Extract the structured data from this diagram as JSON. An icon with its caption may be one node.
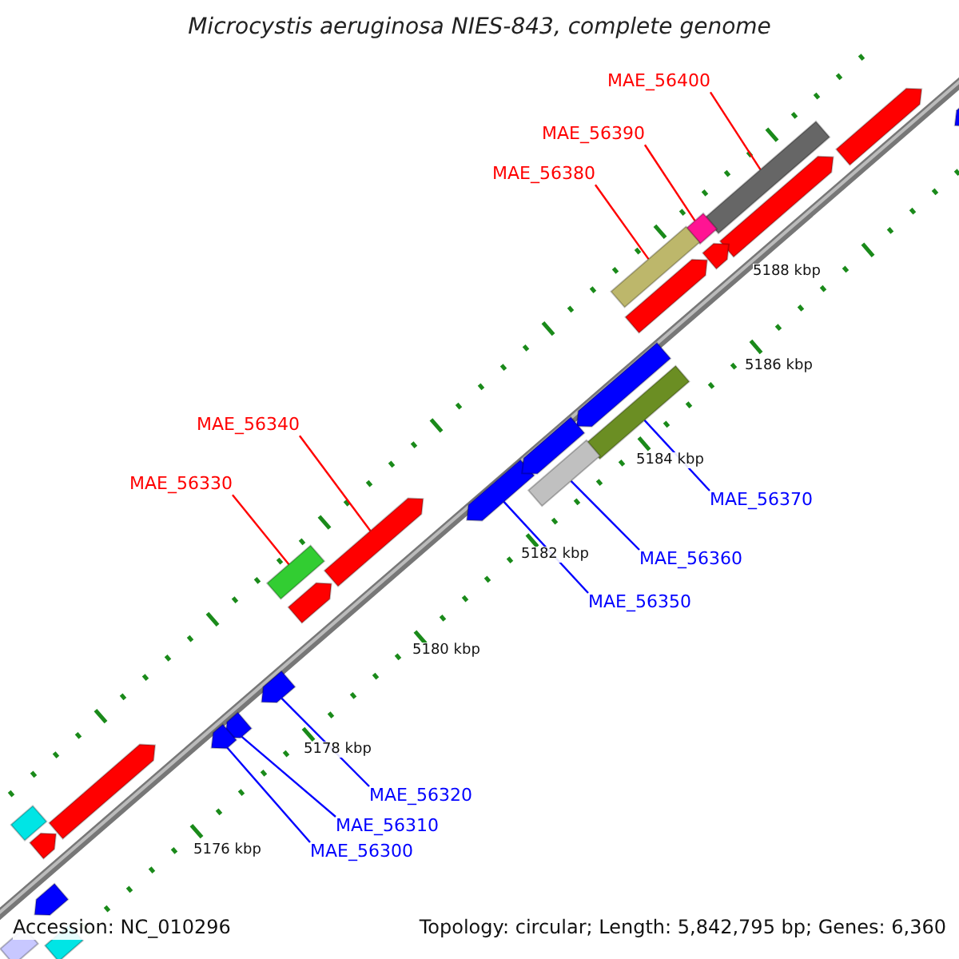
{
  "diagram": {
    "title": "Microcystis aeruginosa NIES-843, complete genome",
    "nodes": [
      {
        "text": [
          "MAE_56400"
        ]
      },
      {
        "text": [
          "MAE_56390"
        ]
      },
      {
        "text": [
          "MAE_56380"
        ]
      },
      {
        "text": [
          "MAE_56340"
        ]
      },
      {
        "text": [
          "MAE_56330"
        ]
      },
      {
        "text": [
          "MAE_56370"
        ]
      },
      {
        "text": [
          "MAE_56360"
        ]
      },
      {
        "text": [
          "MAE_56350"
        ]
      },
      {
        "text": [
          "MAE_56320"
        ]
      },
      {
        "text": [
          "MAE_56310"
        ]
      },
      {
        "text": [
          "MAE_56300"
        ]
      },
      {
        "text": [],
        "shape": "bar"
      },
      {
        "text": [],
        "shape": "bar"
      },
      {
        "text": [],
        "shape": "bar"
      },
      {
        "text": [],
        "shape": "arrow"
      },
      {
        "text": [],
        "shape": "bar"
      },
      {
        "text": [],
        "shape": "bar"
      },
      {
        "text": [],
        "shape": "bar"
      },
      {
        "text": [],
        "shape": "arrow"
      },
      {
        "text": [],
        "shape": "arrow"
      },
      {
        "text": [],
        "shape": "arrow"
      },
      {
        "text": [],
        "shape": "arrow"
      },
      {
        "text": [],
        "shape": "arrow"
      },
      {
        "text": [],
        "shape": "arrow"
      },
      {
        "text": [],
        "shape": "arrow"
      },
      {
        "text": [],
        "shape": "arrow"
      },
      {
        "text": [],
        "shape": "arrow"
      },
      {
        "text": [],
        "shape": "arrow"
      },
      {
        "text": [],
        "shape": "arrow"
      },
      {
        "text": [],
        "shape": "arrow"
      },
      {
        "text": [],
        "shape": "arrow"
      },
      {
        "text": [],
        "shape": "bar"
      },
      {
        "text": [],
        "shape": "arrow"
      },
      {
        "text": [],
        "shape": "arrow"
      },
      {
        "text": [],
        "shape": "bar"
      },
      {
        "text": [],
        "shape": "bar"
      }
    ],
    "edges": [
      {
        "from": 0,
        "to": 11,
        "arrow": "none",
        "color": "#ff0000"
      },
      {
        "from": 1,
        "to": 12,
        "arrow": "none",
        "color": "#ff0000"
      },
      {
        "from": 2,
        "to": 13,
        "arrow": "none",
        "color": "#ff0000"
      },
      {
        "from": 3,
        "to": 14,
        "arrow": "none",
        "color": "#ff0000"
      },
      {
        "from": 4,
        "to": 15,
        "arrow": "none",
        "color": "#ff0000"
      },
      {
        "from": 5,
        "to": 16,
        "arrow": "none"
      },
      {
        "from": 6,
        "to": 17,
        "arrow": "none"
      },
      {
        "from": 7,
        "to": 18,
        "arrow": "none"
      },
      {
        "from": 8,
        "to": 19,
        "arrow": "none"
      },
      {
        "from": 9,
        "to": 20,
        "arrow": "none"
      },
      {
        "from": 10,
        "to": 21,
        "arrow": "none"
      }
    ],
    "labels": [
      "5188 kbp",
      "5186 kbp",
      "5184 kbp",
      "5182 kbp",
      "5180 kbp",
      "5178 kbp",
      "5176 kbp",
      "Accession: NC_010296",
      "Topology: circular; Length: 5,842,795 bp; Genes: 6,360"
    ]
  }
}
